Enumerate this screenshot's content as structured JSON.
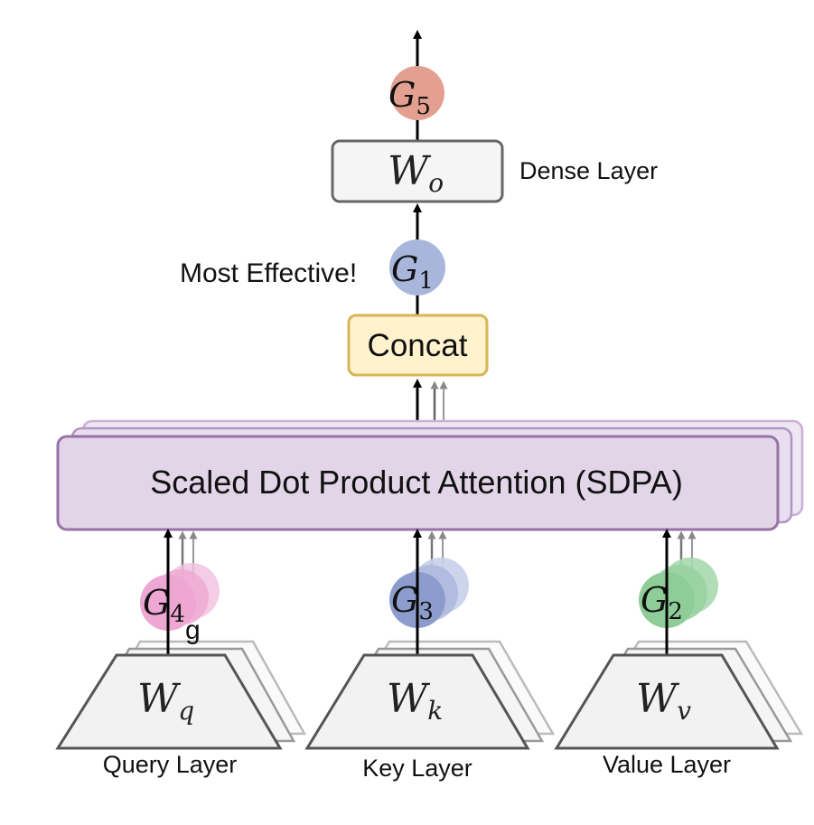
{
  "gates": {
    "g5": {
      "main": "G",
      "sub": "5",
      "color": "#e3a090"
    },
    "g1": {
      "main": "G",
      "sub": "1",
      "color": "#a9b6dc"
    },
    "g4": {
      "main": "G",
      "sub": "4",
      "color": "#eea6d2"
    },
    "g3": {
      "main": "G",
      "sub": "3",
      "color": "#8c9ccc"
    },
    "g2": {
      "main": "G",
      "sub": "2",
      "color": "#8ecc98"
    }
  },
  "dense": {
    "main": "W",
    "sub": "o",
    "label": "Dense Layer"
  },
  "annotation": "Most Effective!",
  "concat": {
    "label": "Concat",
    "fill": "#fff2cc",
    "stroke": "#d6b656"
  },
  "sdpa": {
    "label": "Scaled Dot Product Attention (SDPA)",
    "fill": "#e1d5e7",
    "stroke": "#9673a6"
  },
  "query": {
    "main": "W",
    "sub": "q",
    "label": "Query Layer"
  },
  "key": {
    "main": "W",
    "sub": "k",
    "label": "Key Layer"
  },
  "value": {
    "main": "W",
    "sub": "v",
    "label": "Value Layer"
  },
  "stray_text": "g"
}
